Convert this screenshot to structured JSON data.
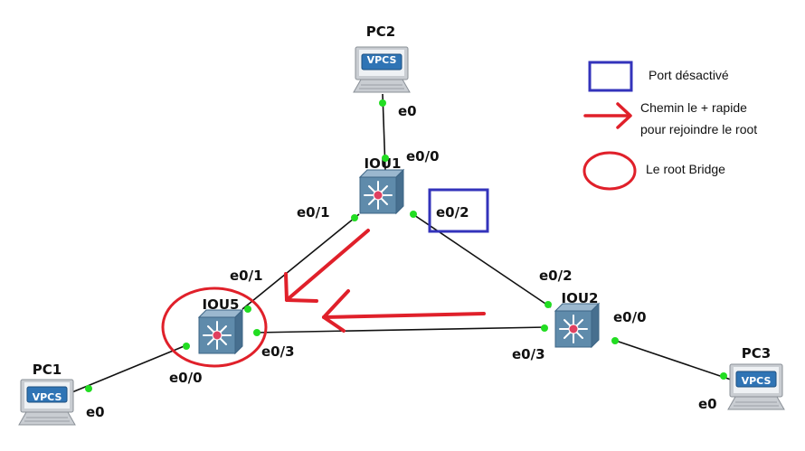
{
  "devices": {
    "pc1": {
      "name": "PC1",
      "badge": "VPCS"
    },
    "pc2": {
      "name": "PC2",
      "badge": "VPCS"
    },
    "pc3": {
      "name": "PC3",
      "badge": "VPCS"
    },
    "iou1": {
      "name": "IOU1"
    },
    "iou2": {
      "name": "IOU2"
    },
    "iou5": {
      "name": "IOU5"
    }
  },
  "ports": {
    "pc2_e0": "e0",
    "iou1_e0_0": "e0/0",
    "iou1_e0_1": "e0/1",
    "iou1_e0_2": "e0/2",
    "iou2_e0_2": "e0/2",
    "iou2_e0_0": "e0/0",
    "iou2_e0_3": "e0/3",
    "iou5_e0_1": "e0/1",
    "iou5_e0_3": "e0/3",
    "iou5_e0_0": "e0/0",
    "pc1_e0": "e0",
    "pc3_e0": "e0"
  },
  "legend": {
    "disabled_port": "Port désactivé",
    "fastest_path_line1": "Chemin le + rapide",
    "fastest_path_line2": "pour rejoindre le root",
    "root_bridge": "Le root Bridge"
  },
  "colors": {
    "link": "#111111",
    "port_dot": "#22dd22",
    "disabled_box": "#3333bb",
    "annotation_red": "#e0202a",
    "switch_body": "#5f8bab",
    "switch_center": "#e04060",
    "vpcs_badge": "#2f74b5"
  }
}
